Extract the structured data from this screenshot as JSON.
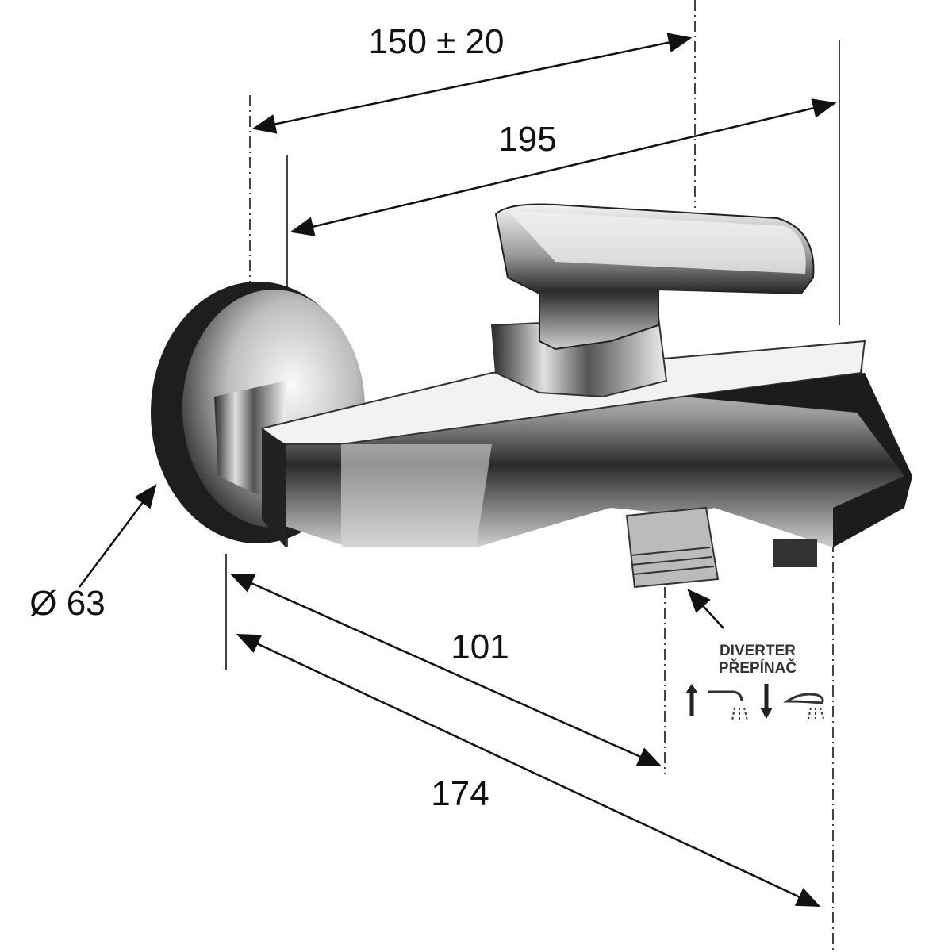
{
  "dimensions": {
    "spacing": "150 ± 20",
    "overall_length": "195",
    "wall_plate_diameter": "Ø 63",
    "diverter_projection": "101",
    "spout_projection": "174"
  },
  "diverter": {
    "label_en": "DIVERTER",
    "label_cz": "PŘEPÍNAČ",
    "up_icon": "arrow-up-icon",
    "spout_icon": "bath-spout-icon",
    "down_icon": "arrow-down-icon",
    "shower_icon": "hand-shower-icon"
  },
  "colors": {
    "line": "#111111",
    "chrome_dark": "#2a2a2a",
    "chrome_light": "#e8e8e8"
  }
}
